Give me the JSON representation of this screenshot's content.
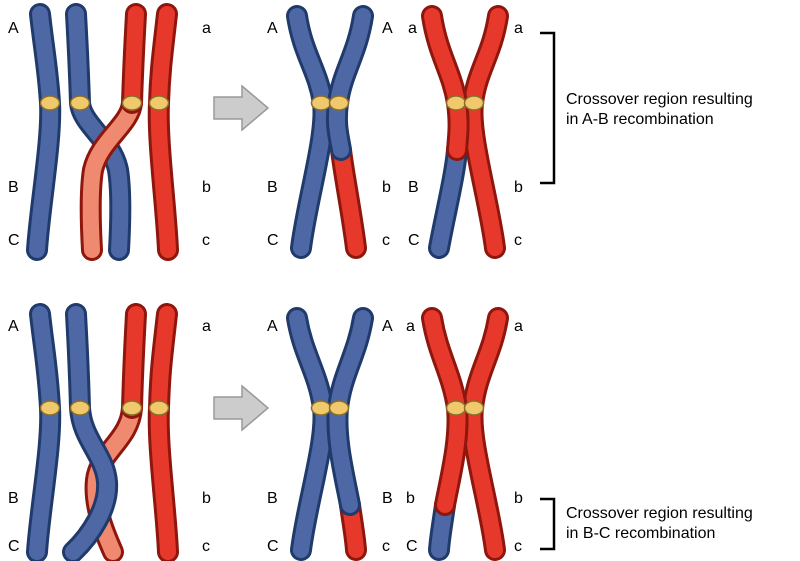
{
  "colors": {
    "blue": "#4e68a6",
    "blue_dark": "#1f3a6b",
    "red": "#e6392c",
    "red_dark": "#8f160d",
    "red_light": "#ef8a70",
    "centromere": "#f0c96d",
    "centromere_dark": "#8a6d2a",
    "arrow_fill": "#cccccc",
    "arrow_stroke": "#999999",
    "text": "#000000"
  },
  "panels": [
    {
      "name": "A-B recombination",
      "caption_line1": "Crossover region resulting",
      "caption_line2": "in A-B recombination",
      "figures": [
        {
          "id": "crossing-pair",
          "labels": [
            "A",
            "a",
            "B",
            "b",
            "C",
            "c"
          ]
        },
        {
          "id": "blue-recombinant-pair",
          "labels": [
            "A",
            "A",
            "B",
            "b",
            "C",
            "c"
          ]
        },
        {
          "id": "red-recombinant-pair",
          "labels": [
            "a",
            "a",
            "B",
            "b",
            "C",
            "c"
          ]
        }
      ]
    },
    {
      "name": "B-C recombination",
      "caption_line1": "Crossover region resulting",
      "caption_line2": "in B-C recombination",
      "figures": [
        {
          "id": "crossing-pair",
          "labels": [
            "A",
            "a",
            "B",
            "b",
            "C",
            "c"
          ]
        },
        {
          "id": "blue-recombinant-pair",
          "labels": [
            "A",
            "A",
            "B",
            "B",
            "C",
            "c"
          ]
        },
        {
          "id": "red-recombinant-pair",
          "labels": [
            "a",
            "a",
            "b",
            "b",
            "C",
            "c"
          ]
        }
      ]
    }
  ]
}
